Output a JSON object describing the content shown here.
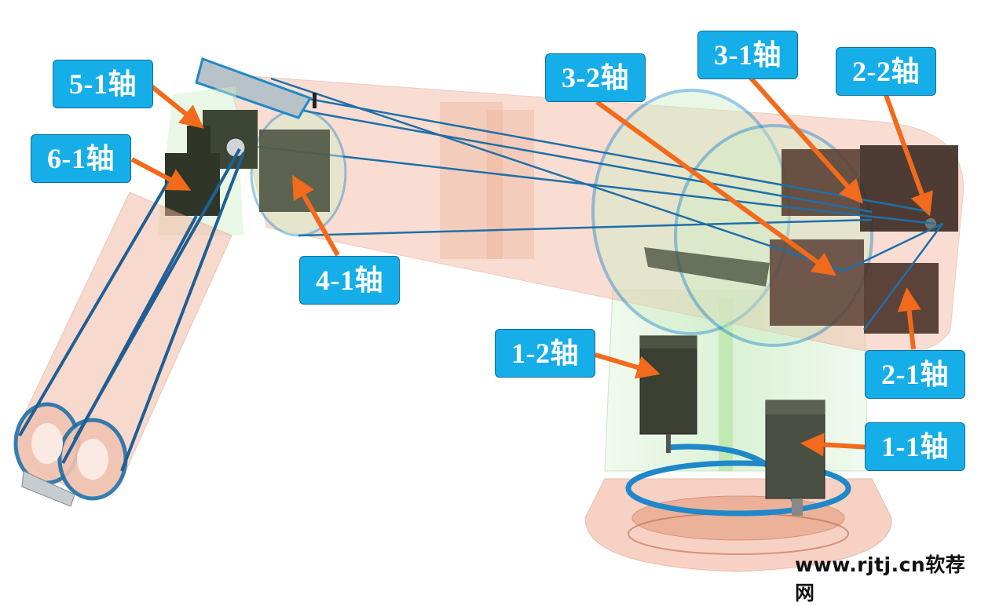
{
  "labels": {
    "l51": "5-1轴",
    "l61": "6-1轴",
    "l41": "4-1轴",
    "l32": "3-2轴",
    "l31": "3-1轴",
    "l22": "2-2轴",
    "l21": "2-1轴",
    "l12": "1-2轴",
    "l11": "1-1轴"
  },
  "watermark": "www.rjtj.cn软荐网",
  "colors": {
    "label_fill": "#16aee8",
    "arrow": "#f26a1b",
    "belt": "#1f88c9",
    "shell_orange": "#f2b49d",
    "shell_green": "#cfeec8",
    "motor": "#3a3f32"
  }
}
